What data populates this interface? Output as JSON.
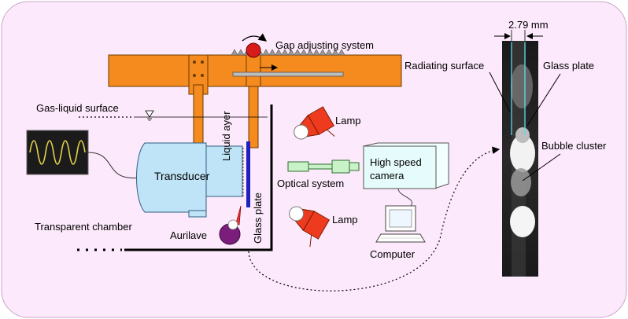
{
  "labels": {
    "gap_adjusting_system": "Gap adjusting system",
    "gas_liquid_surface": "Gas-liquid surface",
    "transducer": "Transducer",
    "liquid_layer": "Liquid ayer",
    "glass_plate_vertical": "Glass plate",
    "transparent_chamber": "Transparent chamber",
    "aurilave": "Aurilave",
    "lamp_top": "Lamp",
    "lamp_bottom": "Lamp",
    "optical_system": "Optical system",
    "camera_line1": "High speed",
    "camera_line2": "camera",
    "computer": "Computer",
    "gap_width": "2.79 mm",
    "radiating_surface": "Radiating surface",
    "glass_plate": "Glass plate",
    "bubble_cluster": "Bubble cluster"
  },
  "colors": {
    "background_panel": "#fce9fb",
    "frame": "#f58a1f",
    "transducer": "#bfe3f7",
    "camera": "#e6fbfb",
    "glass_plate": "#2020c0",
    "lamp": "#ee3b1f",
    "aurilave": "#7b1d7a",
    "knob": "#d81b1b"
  },
  "icons": {
    "gap_knob": "rotation-arrow-icon",
    "surface_marker": "inverted-triangle-icon",
    "lamp": "lamp-icon",
    "computer": "computer-icon"
  }
}
